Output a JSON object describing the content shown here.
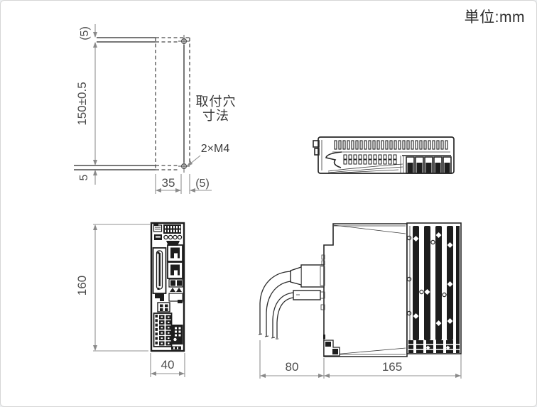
{
  "page": {
    "unit_label": "単位:mm"
  },
  "mounting_diagram": {
    "caption_line1": "取付穴",
    "caption_line2": "寸法",
    "hole_callout": "2×M4",
    "dim_top_margin": "(5)",
    "dim_hole_pitch": "150±0.5",
    "dim_bottom_margin": "5",
    "dim_hole_offset": "35",
    "dim_side_margin": "(5)"
  },
  "front_view": {
    "dim_height": "160",
    "dim_width": "40"
  },
  "side_view": {
    "dim_cable_clearance": "80",
    "dim_depth": "165"
  },
  "colors": {
    "drawing_line": "#262626",
    "bracket_line": "#4a4a4a",
    "dimension_line": "#8a8a8a",
    "dimension_text": "#4c4c4c",
    "background": "#ffffff",
    "frame_border": "#d6d6d6"
  }
}
